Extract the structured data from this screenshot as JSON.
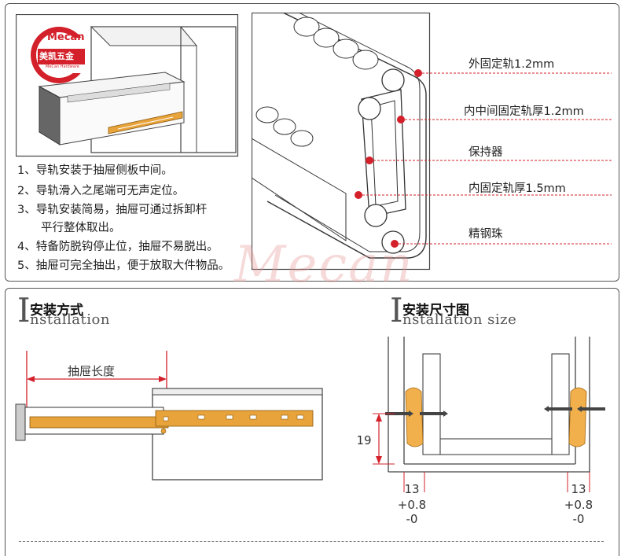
{
  "logo": {
    "brand_en": "Mecan",
    "brand_cn": "美凯五金",
    "brand_small": "MeCan Hardware",
    "color": "#d3202a"
  },
  "features": [
    "1、导轨安装于抽屉侧板中间。",
    "2、导轨滑入之尾端可无声定位。",
    "3、导轨安装简易，抽屉可通过拆卸杆",
    "平行整体取出。",
    "4、特备防脱钩停止位，抽屉不易脱出。",
    "5、抽屉可完全抽出，便于放取大件物品。"
  ],
  "parts": [
    {
      "label": "外固定轨1.2mm"
    },
    {
      "label": "内中间固定轨厚1.2mm"
    },
    {
      "label": "保持器"
    },
    {
      "label": "内固定轨厚1.5mm"
    },
    {
      "label": "精钢珠"
    }
  ],
  "watermark": "Mecan",
  "installation": {
    "title_cn": "安装方式",
    "title_en_big": "I",
    "title_en_rest": "nstallation",
    "drawer_length_label": "抽屉长度"
  },
  "installation_size": {
    "title_cn": "安装尺寸图",
    "title_en_big": "I",
    "title_en_rest": "nstallation size",
    "height_dim": "19",
    "left_dim": [
      "13",
      "+0.8",
      "-0"
    ],
    "right_dim": [
      "13",
      "+0.8",
      "-0"
    ]
  },
  "colors": {
    "accent_red": "#d3202a",
    "rail_orange": "#e8a33a",
    "line": "#444444"
  }
}
